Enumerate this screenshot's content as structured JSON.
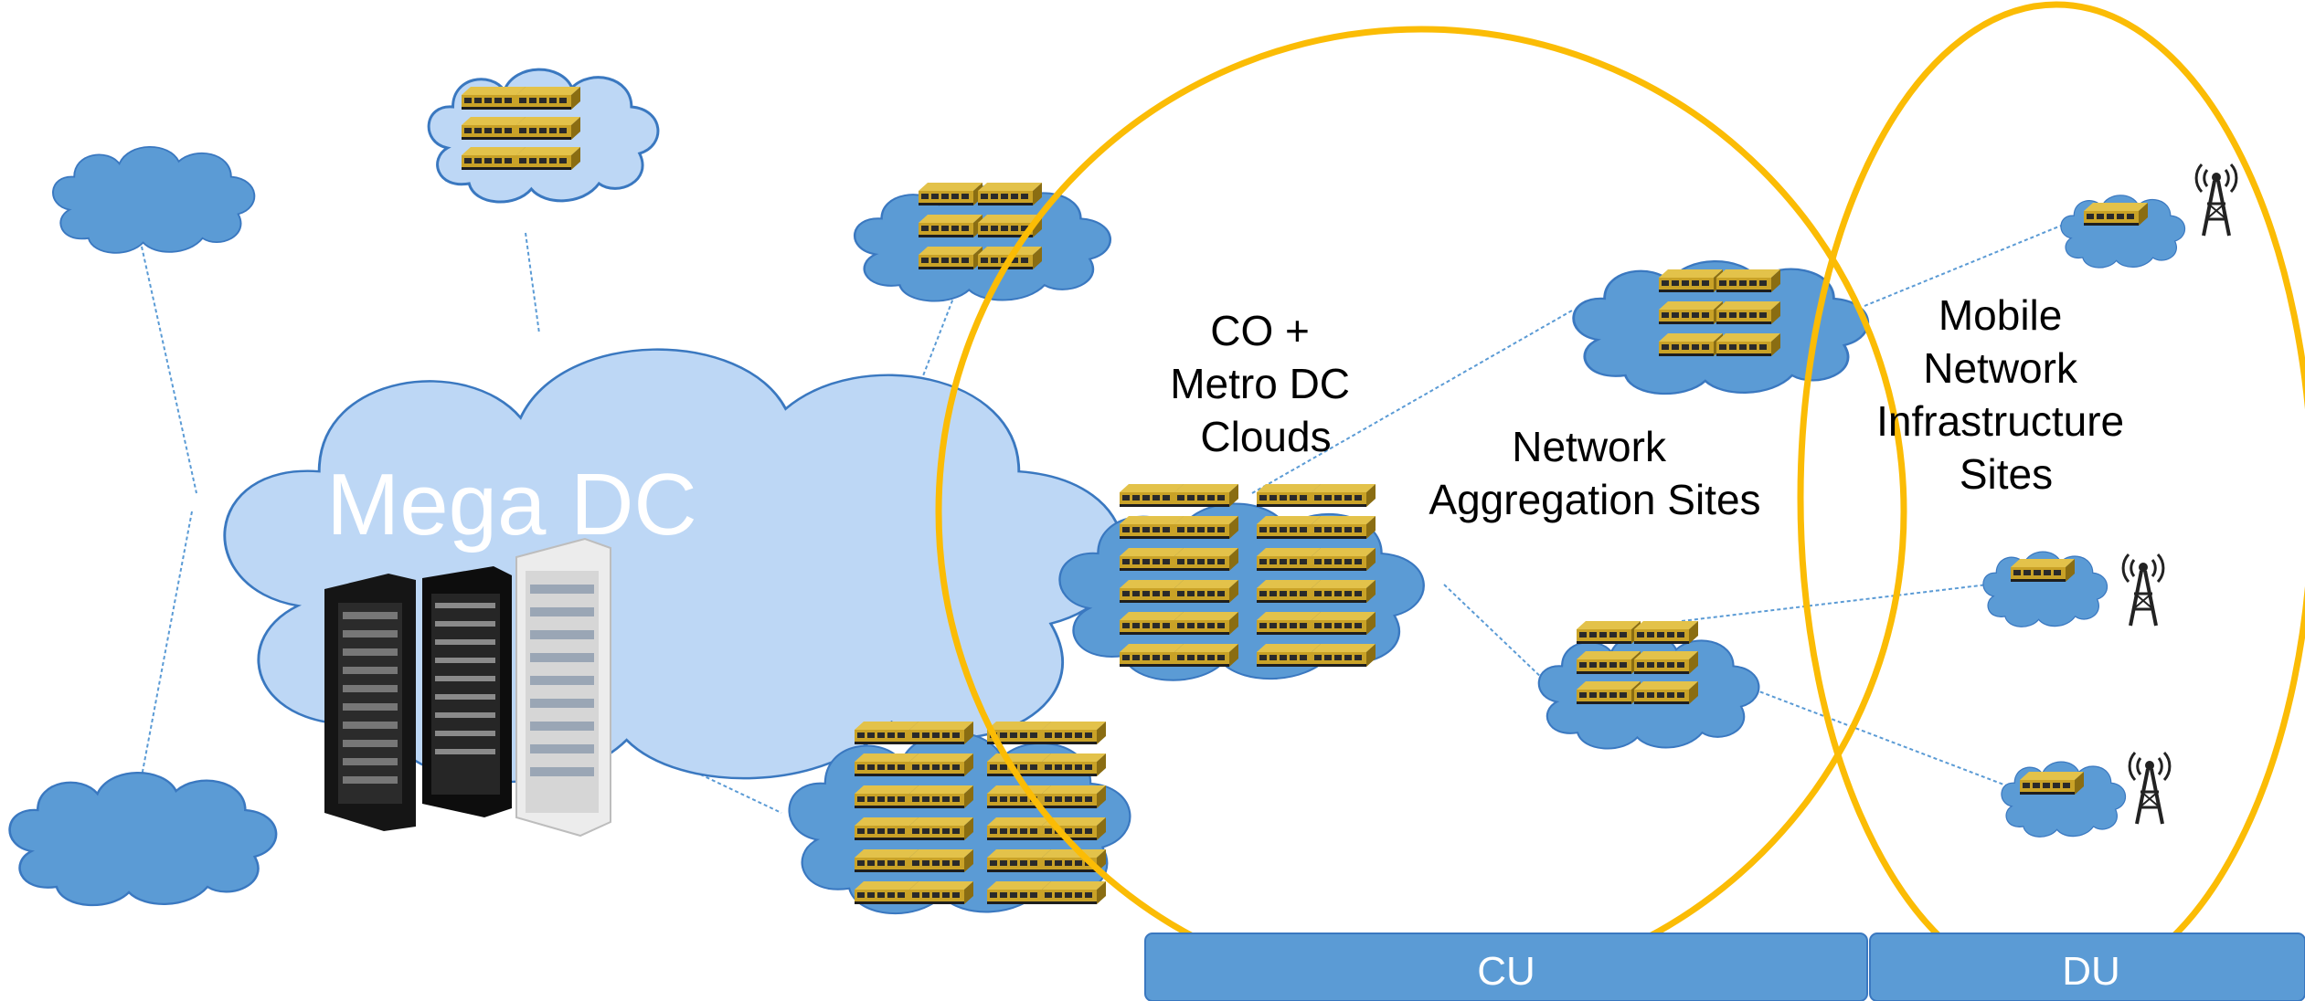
{
  "labels": {
    "mega_dc": "Mega DC",
    "co_metro": [
      "CO +",
      "Metro DC",
      "Clouds"
    ],
    "network_agg": [
      "Network",
      "Aggregation Sites"
    ],
    "mobile_infra": [
      "Mobile",
      "Network",
      "Infrastructure",
      "Sites"
    ],
    "cu": "CU",
    "du": "DU"
  },
  "colors": {
    "cloud_blue": "#5b9bd5",
    "cloud_light": "#bdd7f5",
    "ring": "#fbbc05",
    "server": "#c9a227",
    "bar": "#5b9bd5"
  }
}
